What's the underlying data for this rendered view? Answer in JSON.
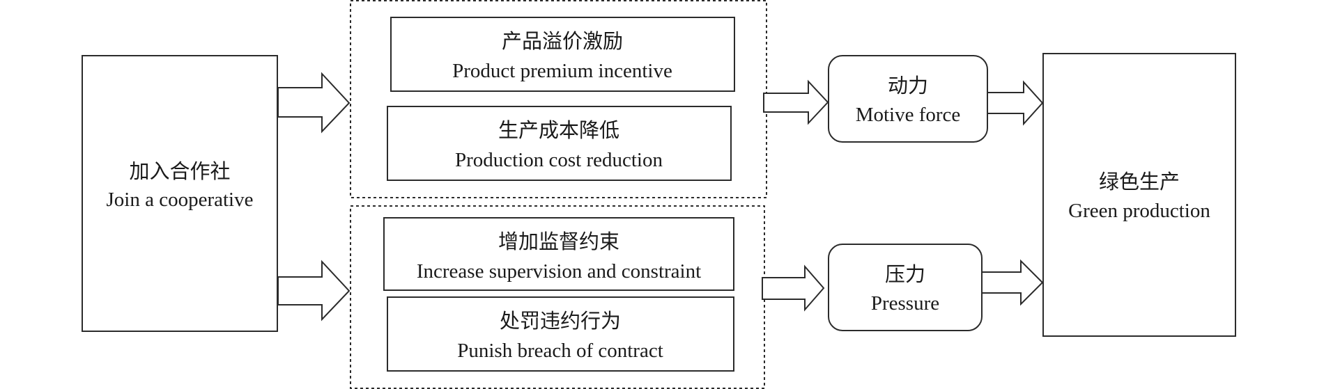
{
  "nodes": {
    "join": {
      "zh": "加入合作社",
      "en": "Join a cooperative"
    },
    "premium": {
      "zh": "产品溢价激励",
      "en": "Product premium incentive"
    },
    "cost": {
      "zh": "生产成本降低",
      "en": "Production cost reduction"
    },
    "supervision": {
      "zh": "增加监督约束",
      "en": "Increase supervision and constraint"
    },
    "punish": {
      "zh": "处罚违约行为",
      "en": "Punish breach of contract"
    },
    "motive": {
      "zh": "动力",
      "en": "Motive force"
    },
    "pressure": {
      "zh": "压力",
      "en": "Pressure"
    },
    "green": {
      "zh": "绿色生产",
      "en": "Green production"
    }
  },
  "groups": [
    {
      "name": "incentive-group",
      "members": [
        "premium",
        "cost"
      ]
    },
    {
      "name": "constraint-group",
      "members": [
        "supervision",
        "punish"
      ]
    }
  ],
  "edges": [
    {
      "from": "join",
      "to": "incentive-group"
    },
    {
      "from": "join",
      "to": "constraint-group"
    },
    {
      "from": "incentive-group",
      "to": "motive"
    },
    {
      "from": "constraint-group",
      "to": "pressure"
    },
    {
      "from": "motive",
      "to": "green"
    },
    {
      "from": "pressure",
      "to": "green"
    }
  ]
}
